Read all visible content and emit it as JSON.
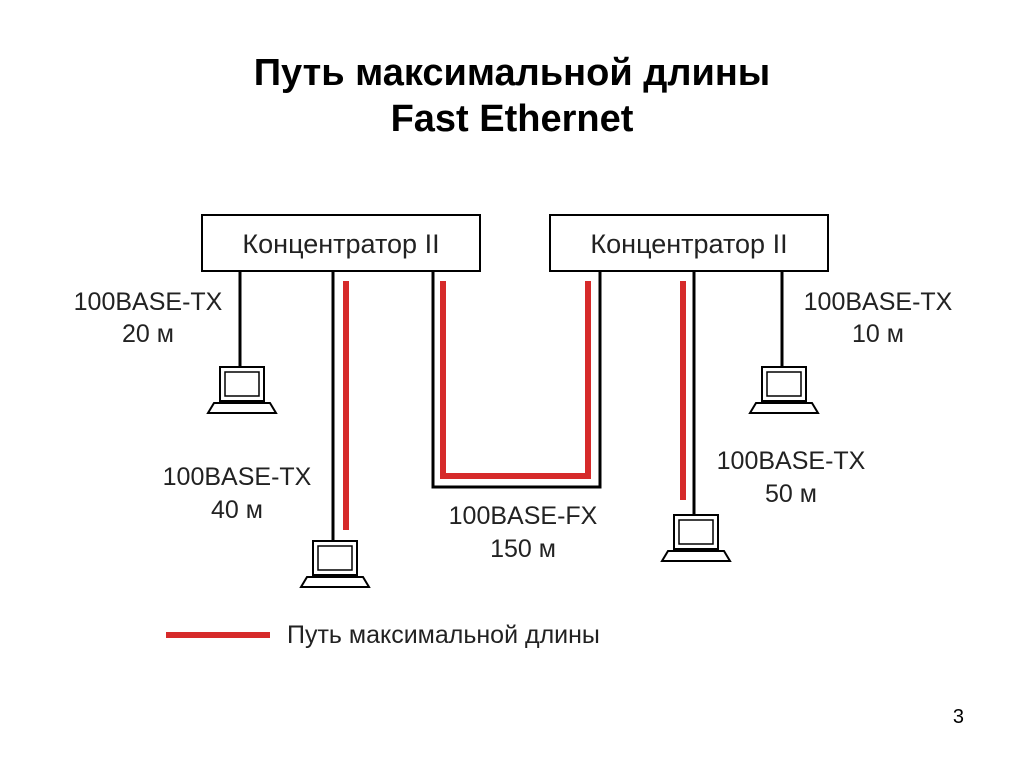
{
  "title": {
    "line1": "Путь максимальной длины",
    "line2": "Fast Ethernet"
  },
  "hubs": {
    "left": "Концентратор II",
    "right": "Концентратор II"
  },
  "links": {
    "tx_left_top": {
      "type": "100BASE-TX",
      "length": "20 м"
    },
    "tx_left_low": {
      "type": "100BASE-TX",
      "length": "40 м"
    },
    "fx_middle": {
      "type": "100BASE-FX",
      "length": "150 м"
    },
    "tx_right_top": {
      "type": "100BASE-TX",
      "length": "10 м"
    },
    "tx_right_low": {
      "type": "100BASE-TX",
      "length": "50 м"
    }
  },
  "legend": {
    "label": "Путь максимальной длины"
  },
  "icons": {
    "computer": "computer-icon"
  },
  "colors": {
    "max_path": "#d62a2a",
    "cable": "#000000"
  },
  "page_number": "3"
}
